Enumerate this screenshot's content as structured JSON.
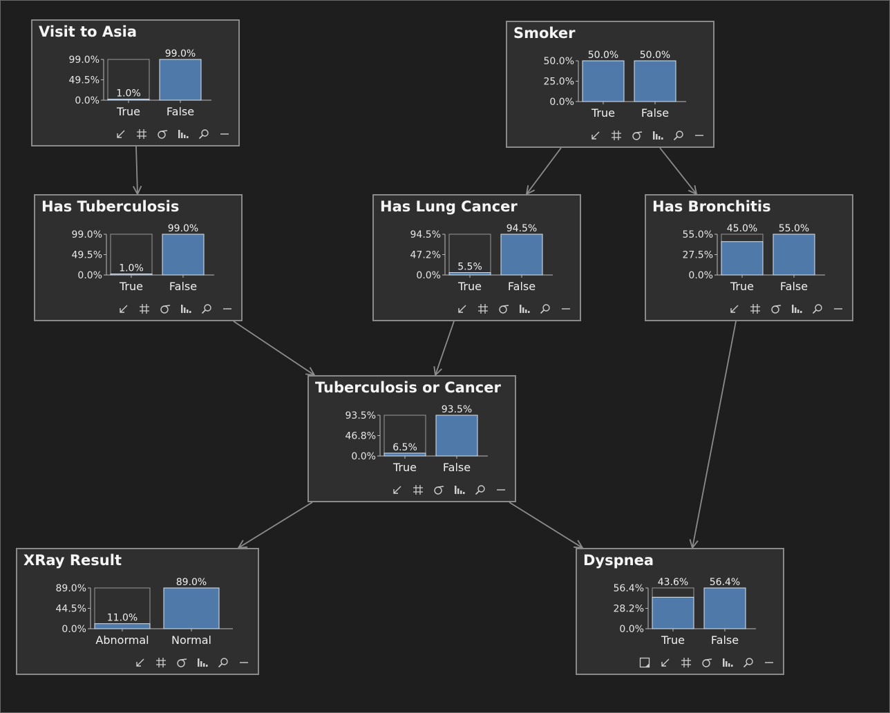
{
  "colors": {
    "bar_fill": "#4e79a8",
    "background": "#1e1e1e",
    "node_fill": "#2f2f2f",
    "edge": "#8c8c8c"
  },
  "network": {
    "nodes": [
      {
        "id": "visit_to_asia",
        "title": "Visit to Asia",
        "ticks": [
          "99.0%",
          "49.5%",
          "0.0%"
        ],
        "states": [
          {
            "label": "True",
            "value_label": "1.0%",
            "prob": 1.0
          },
          {
            "label": "False",
            "value_label": "99.0%",
            "prob": 99.0
          }
        ],
        "tools": [
          "arrow-icon",
          "hash-icon",
          "sigma-icon",
          "bar-chart-icon",
          "search-icon",
          "minimize-icon"
        ]
      },
      {
        "id": "smoker",
        "title": "Smoker",
        "ticks": [
          "50.0%",
          "25.0%",
          "0.0%"
        ],
        "states": [
          {
            "label": "True",
            "value_label": "50.0%",
            "prob": 50.0
          },
          {
            "label": "False",
            "value_label": "50.0%",
            "prob": 50.0
          }
        ],
        "tools": [
          "arrow-icon",
          "hash-icon",
          "sigma-icon",
          "bar-chart-icon",
          "search-icon",
          "minimize-icon"
        ]
      },
      {
        "id": "has_tuberculosis",
        "title": "Has Tuberculosis",
        "ticks": [
          "99.0%",
          "49.5%",
          "0.0%"
        ],
        "states": [
          {
            "label": "True",
            "value_label": "1.0%",
            "prob": 1.0
          },
          {
            "label": "False",
            "value_label": "99.0%",
            "prob": 99.0
          }
        ],
        "tools": [
          "arrow-icon",
          "hash-icon",
          "sigma-icon",
          "bar-chart-icon",
          "search-icon",
          "minimize-icon"
        ]
      },
      {
        "id": "has_lung_cancer",
        "title": "Has Lung Cancer",
        "ticks": [
          "94.5%",
          "47.2%",
          "0.0%"
        ],
        "states": [
          {
            "label": "True",
            "value_label": "5.5%",
            "prob": 5.5
          },
          {
            "label": "False",
            "value_label": "94.5%",
            "prob": 94.5
          }
        ],
        "tools": [
          "arrow-icon",
          "hash-icon",
          "sigma-icon",
          "bar-chart-icon",
          "search-icon",
          "minimize-icon"
        ]
      },
      {
        "id": "has_bronchitis",
        "title": "Has Bronchitis",
        "ticks": [
          "55.0%",
          "27.5%",
          "0.0%"
        ],
        "states": [
          {
            "label": "True",
            "value_label": "45.0%",
            "prob": 45.0
          },
          {
            "label": "False",
            "value_label": "55.0%",
            "prob": 55.0
          }
        ],
        "tools": [
          "arrow-icon",
          "hash-icon",
          "sigma-icon",
          "bar-chart-icon",
          "search-icon",
          "minimize-icon"
        ]
      },
      {
        "id": "tuberculosis_or_cancer",
        "title": "Tuberculosis or Cancer",
        "ticks": [
          "93.5%",
          "46.8%",
          "0.0%"
        ],
        "states": [
          {
            "label": "True",
            "value_label": "6.5%",
            "prob": 6.5
          },
          {
            "label": "False",
            "value_label": "93.5%",
            "prob": 93.5
          }
        ],
        "tools": [
          "arrow-icon",
          "hash-icon",
          "sigma-icon",
          "bar-chart-icon",
          "search-icon",
          "minimize-icon"
        ]
      },
      {
        "id": "xray_result",
        "title": "XRay Result",
        "ticks": [
          "89.0%",
          "44.5%",
          "0.0%"
        ],
        "states": [
          {
            "label": "Abnormal",
            "value_label": "11.0%",
            "prob": 11.0
          },
          {
            "label": "Normal",
            "value_label": "89.0%",
            "prob": 89.0
          }
        ],
        "tools": [
          "arrow-icon",
          "hash-icon",
          "sigma-icon",
          "bar-chart-icon",
          "search-icon",
          "minimize-icon"
        ]
      },
      {
        "id": "dyspnea",
        "title": "Dyspnea",
        "ticks": [
          "56.4%",
          "28.2%",
          "0.0%"
        ],
        "states": [
          {
            "label": "True",
            "value_label": "43.6%",
            "prob": 43.6
          },
          {
            "label": "False",
            "value_label": "56.4%",
            "prob": 56.4
          }
        ],
        "tools": [
          "target-icon",
          "arrow-icon",
          "hash-icon",
          "sigma-icon",
          "bar-chart-icon",
          "search-icon",
          "minimize-icon"
        ]
      }
    ],
    "edges": [
      {
        "from": "visit_to_asia",
        "to": "has_tuberculosis"
      },
      {
        "from": "smoker",
        "to": "has_lung_cancer"
      },
      {
        "from": "smoker",
        "to": "has_bronchitis"
      },
      {
        "from": "has_tuberculosis",
        "to": "tuberculosis_or_cancer"
      },
      {
        "from": "has_lung_cancer",
        "to": "tuberculosis_or_cancer"
      },
      {
        "from": "has_bronchitis",
        "to": "dyspnea"
      },
      {
        "from": "tuberculosis_or_cancer",
        "to": "xray_result"
      },
      {
        "from": "tuberculosis_or_cancer",
        "to": "dyspnea"
      }
    ]
  }
}
